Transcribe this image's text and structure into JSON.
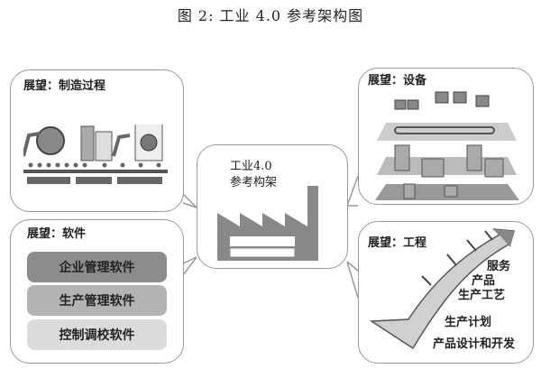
{
  "title": "图 2:  工业 4.0 参考架构图",
  "center": {
    "line1": "工业4.0",
    "line2": "参考构架"
  },
  "panels": {
    "manufacturing": {
      "label": "展望：制造过程"
    },
    "devices": {
      "label": "展望：设备"
    },
    "software": {
      "label": "展望：软件",
      "items": [
        "企业管理软件",
        "生产管理软件",
        "控制调校软件"
      ],
      "colors": [
        "#8c8c8c",
        "#b4b4b4",
        "#dcdcdc"
      ]
    },
    "engineering": {
      "label": "展望：工程",
      "steps": [
        "服务",
        "产品",
        "生产工艺",
        "生产计划",
        "产品设计和开发"
      ]
    }
  }
}
